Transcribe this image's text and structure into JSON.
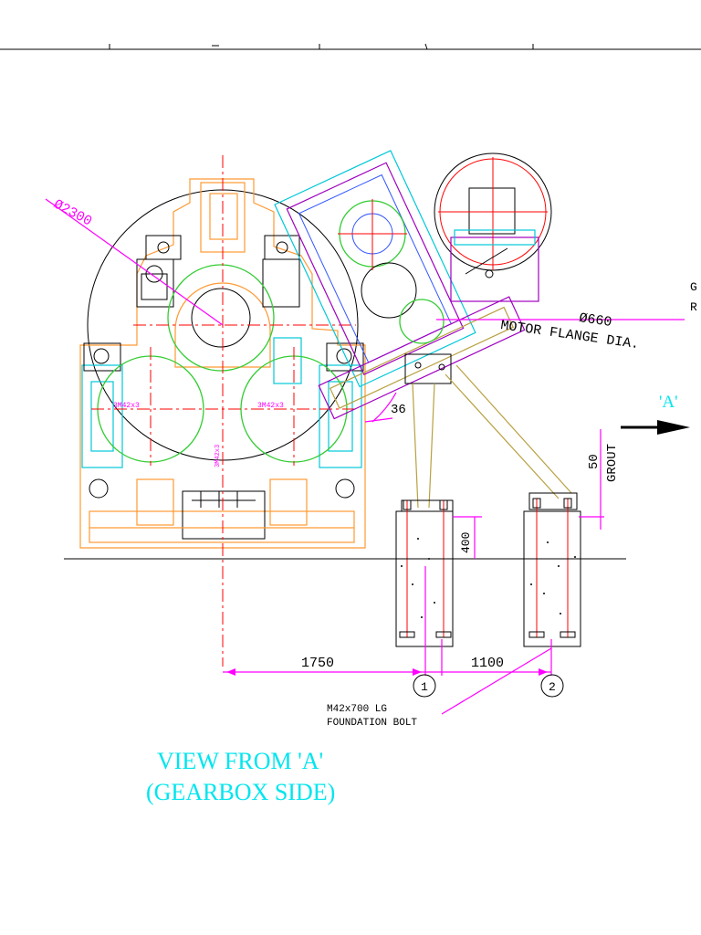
{
  "drawing": {
    "labels": {
      "dia_2300": "Ø2300",
      "dia_660": "Ø660",
      "motor_flange": "MOTOR FLANGE DIA.",
      "view_arrow": "'A'",
      "angle_36": "36",
      "grout_50": "50",
      "grout": "GROUT",
      "dim_400": "400",
      "dim_1750": "1750",
      "dim_1100": "1100",
      "grid_1": "1",
      "grid_2": "2",
      "bolt_line1": "M42x700 LG",
      "bolt_line2": "FOUNDATION BOLT",
      "title_line1": "VIEW FROM 'A'",
      "title_line2": "(GEARBOX SIDE)",
      "edge_g": "G",
      "edge_r": "R",
      "mirror_left": "3M42x3",
      "mirror_right": "3M42x3",
      "mirror_center": "3M42x3"
    },
    "colors": {
      "dimension": "#ff00ff",
      "gearbox_outline": "#ff9933",
      "bearing": "#00c8d8",
      "gear": "#33cc33",
      "centerline": "#ff0000",
      "title": "#00e5ee",
      "motor": "#3355ff"
    }
  }
}
